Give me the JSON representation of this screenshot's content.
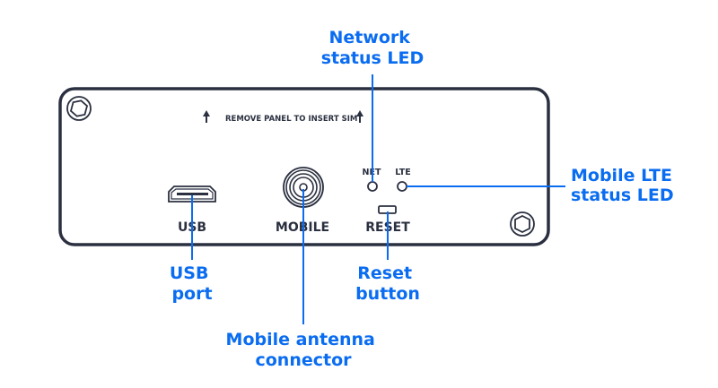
{
  "colors": {
    "callout": "#0a6cf0",
    "ink": "#2b3040",
    "background": "#ffffff"
  },
  "panel": {
    "sim_notice": "REMOVE PANEL TO INSERT SIM",
    "labels": {
      "usb": "USB",
      "mobile": "MOBILE",
      "reset": "RESET",
      "net": "NET",
      "lte": "LTE"
    }
  },
  "callouts": {
    "network_led": [
      "Network",
      "status LED"
    ],
    "lte_led": [
      "Mobile LTE",
      "status LED"
    ],
    "usb_port": [
      "USB",
      "port"
    ],
    "reset_button": [
      "Reset",
      "button"
    ],
    "antenna": [
      "Mobile antenna",
      "connector"
    ]
  },
  "icons": [
    "screw-icon",
    "arrow-up-icon",
    "usb-port-icon",
    "antenna-connector-icon",
    "led-icon",
    "reset-button-icon"
  ]
}
